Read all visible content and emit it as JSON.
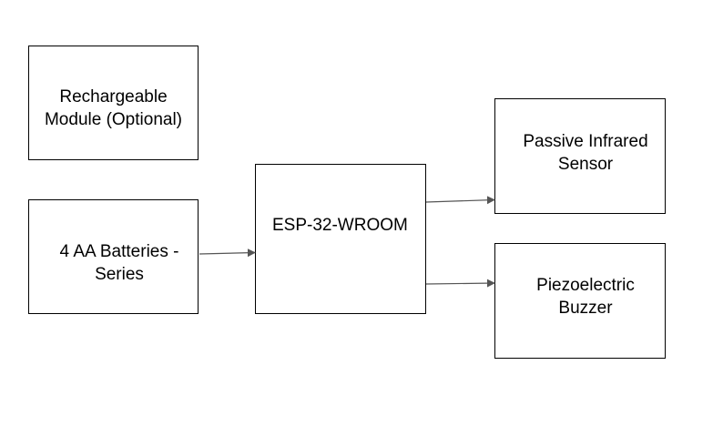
{
  "nodes": {
    "recharge": {
      "label": "Rechargeable\nModule (Optional)"
    },
    "battery": {
      "label": "4 AA Batteries -\nSeries"
    },
    "esp": {
      "label": "ESP-32-WROOM"
    },
    "pir": {
      "label": "Passive Infrared\nSensor"
    },
    "buzzer": {
      "label": "Piezoelectric\nBuzzer"
    }
  },
  "edges": [
    {
      "from": "battery",
      "to": "esp"
    },
    {
      "from": "esp",
      "to": "pir"
    },
    {
      "from": "esp",
      "to": "buzzer"
    }
  ],
  "colors": {
    "stroke": "#000000",
    "arrow": "#555555",
    "background": "#ffffff"
  }
}
